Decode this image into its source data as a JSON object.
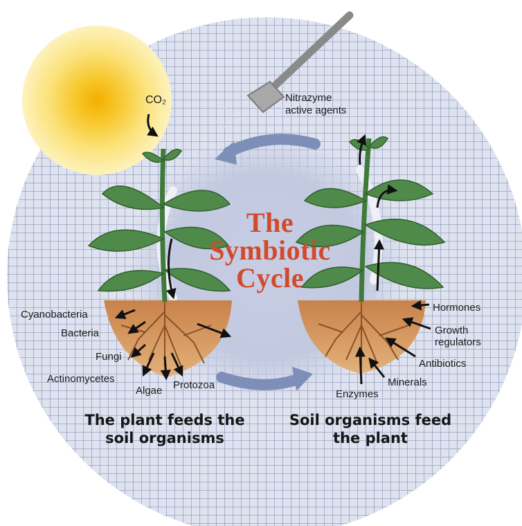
{
  "title": {
    "line1": "The",
    "line2": "Symbiotic",
    "line3": "Cycle"
  },
  "co2_label": "CO₂",
  "tool_label": {
    "line1": "Nitrazyme",
    "line2": "active agents"
  },
  "left_labels": {
    "cyanobacteria": "Cyanobacteria",
    "bacteria": "Bacteria",
    "fungi": "Fungi",
    "actinomycetes": "Actinomycetes",
    "algae": "Algae",
    "protozoa": "Protozoa"
  },
  "right_labels": {
    "hormones": "Hormones",
    "growth_regulators_1": "Growth",
    "growth_regulators_2": "regulators",
    "antibiotics": "Antibiotics",
    "minerals": "Minerals",
    "enzymes": "Enzymes"
  },
  "captions": {
    "left_1": "The plant feeds the",
    "left_2": "soil organisms",
    "right_1": "Soil organisms feed",
    "right_2": "the plant"
  },
  "colors": {
    "title": "#d24a2c",
    "leaf": "#4f8a4a",
    "soil": "#d79a5e",
    "sun": "#f5c211",
    "background_grid": "#9aa4c4",
    "cycle_arrow": "#7d8fb8"
  }
}
